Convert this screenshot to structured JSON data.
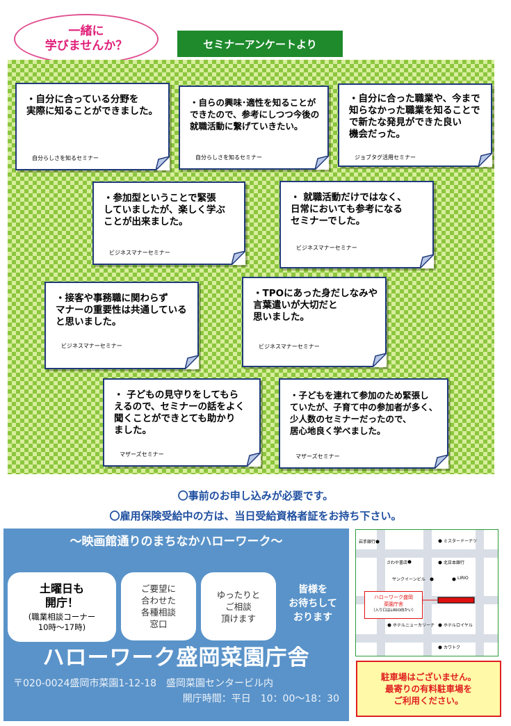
{
  "header": {
    "oval_line1": "一緒に",
    "oval_line2": "学びませんか？",
    "label": "セミナーアンケートより"
  },
  "notes": [
    {
      "text": "・自分に合っている分野を\n実際に知ることができました。",
      "seminar": "自分らしさを知るセミナー"
    },
    {
      "text": "・自らの興味･適性を知ることが\nできたので、参考にしつつ今後の\n就職活動に繋げていきたい。",
      "seminar": "自分らしさを知るセミナー"
    },
    {
      "text": "・自分に合った職業や、今まで\n知らなかった職業を知ることで\nで新たな発見ができた良い\n機会だった。",
      "seminar": "ジョブタグ活用セミナー"
    },
    {
      "text": "・参加型ということで緊張\nしていましたが、楽しく学ぶ\nことが出来ました。",
      "seminar": "ビジネスマナーセミナー"
    },
    {
      "text": "・ 就職活動だけではなく、\n日常においても参考になる\nセミナーでした。",
      "seminar": "ビジネスマナーセミナー"
    },
    {
      "text": "・接客や事務職に関わらず\nマナーの重要性は共通している\nと思いました。",
      "seminar": "ビジネスマナーセミナー"
    },
    {
      "text": "・TPOにあった身だしなみや\n言葉遣いが大切だと\n思いました。",
      "seminar": "ビジネスマナーセミナー"
    },
    {
      "text": "・ 子どもの見守りをしてもら\nえるので、セミナーの話をよく\n聞くことができとても助かり\nました。",
      "seminar": "マザーズセミナー"
    },
    {
      "text": "・子どもを連れて参加のため緊張し\nていたが、子育て中の参加者が多く、\n少人数のセミナーだったので、\n居心地良く学べました。",
      "seminar": "マザーズセミナー"
    }
  ],
  "notices": {
    "line1": "〇事前のお申し込みが必要です。",
    "line2": "〇雇用保険受給中の方は、当日受給資格者証をお持ち下さい。"
  },
  "panel": {
    "heading": "～映画館通りのまちなかハローワーク～",
    "bubble1_title": "土曜日も\n開庁！",
    "bubble1_sub": "(職業相談コーナー\n10時～17時)",
    "bubble2": "ご要望に\n合わせた\n各種相談\n窓口",
    "bubble3": "ゆったりと\nご相談\n頂けます",
    "welcome": "皆様を\nお待ちして\nおります",
    "title": "ハローワーク盛岡菜園庁舎",
    "address": "〒020-0024盛岡市菜園1-12-18　盛岡菜園センタービル内",
    "hours": "開庁時間：平日　10：00～18：30"
  },
  "map": {
    "labels": [
      "岩手銀行",
      "ミスタードーナツ",
      "さわや書店",
      "北日本銀行",
      "サンクイーンビル",
      "LIRIO",
      "ホテルニューカリーナ",
      "ホテルロイヤル",
      "カワトク"
    ],
    "callout_line1": "ハローワーク盛岡",
    "callout_line2": "菜園庁舎",
    "callout_line3": "（入り口はLIRIO向かい）"
  },
  "parking": {
    "line1": "駐車場はございません。",
    "line2": "最寄りの有料駐車場を",
    "line3": "ご利用ください。"
  },
  "colors": {
    "accent_pink": "#e0207a",
    "label_green": "#1e8a2c",
    "panel_blue": "#5a93c9",
    "notice_blue": "#1f4fa0",
    "parking_red": "#e02020"
  }
}
